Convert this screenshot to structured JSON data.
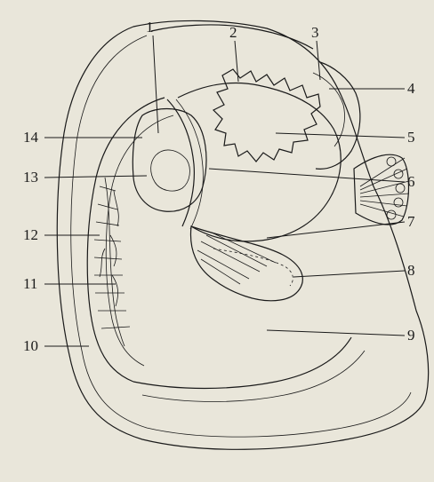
{
  "labels": {
    "l1": "1",
    "l2": "2",
    "l3": "3",
    "l4": "4",
    "l5": "5",
    "l6": "6",
    "l7": "7",
    "l8": "8",
    "l9": "9",
    "l10": "10",
    "l11": "11",
    "l12": "12",
    "l13": "13",
    "l14": "14"
  },
  "colors": {
    "ink": "#1a1a1a",
    "paper": "#e9e6da",
    "faint": "#c9c5b6"
  }
}
